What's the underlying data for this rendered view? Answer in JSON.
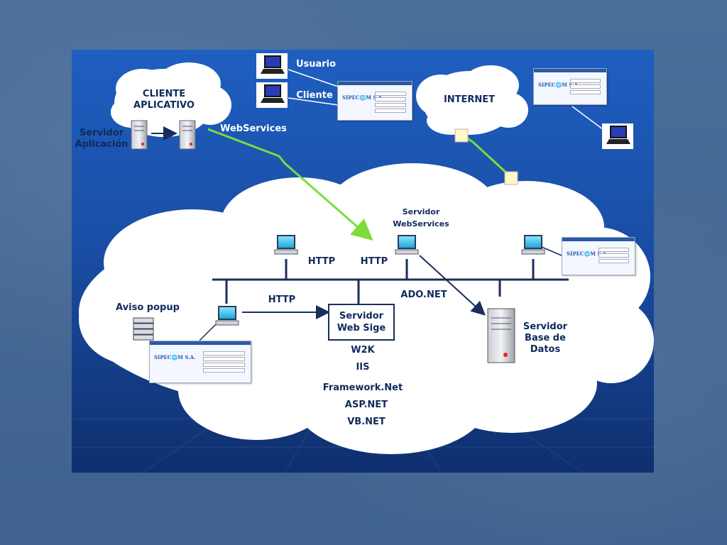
{
  "labels": {
    "cliente_aplicativo_1": "CLIENTE",
    "cliente_aplicativo_2": "APLICATIVO",
    "servidor_aplicacion_1": "Servidor",
    "servidor_aplicacion_2": "Aplicación",
    "webservices": "WebServices",
    "usuario": "Usuario",
    "cliente": "Cliente",
    "internet": "INTERNET",
    "servidor_webservices_1": "Servidor",
    "servidor_webservices_2": "WebServices",
    "http_1": "HTTP",
    "http_2": "HTTP",
    "http_3": "HTTP",
    "ado_net": "ADO.NET",
    "aviso_popup": "Aviso popup",
    "servidor_web_sige_1": "Servidor",
    "servidor_web_sige_2": "Web Sige",
    "w2k": "W2K",
    "iis": "IIS",
    "framework": "Framework.Net",
    "asp": "ASP.NET",
    "vb": "VB.NET",
    "servidor_bd_1": "Servidor",
    "servidor_bd_2": "Base de",
    "servidor_bd_3": "Datos"
  },
  "form_logo": "SIPEC🌐M S.A.",
  "colors": {
    "slide_top": "#1e5fc0",
    "slide_bottom": "#0f2f6e",
    "cloud": "#ffffff",
    "link_green": "#7ddc3a",
    "bus": "#1a2e5a",
    "label_dark": "#102a5a"
  }
}
